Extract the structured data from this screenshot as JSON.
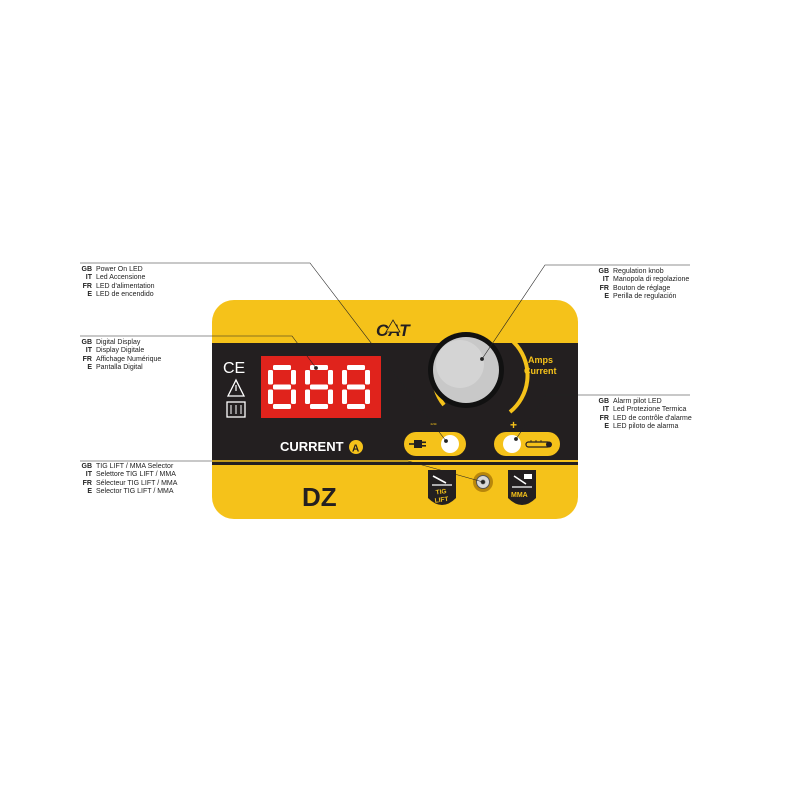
{
  "panel": {
    "brand": "CAT",
    "model": "DZ",
    "current_label": "CURRENT",
    "current_unit": "A",
    "display_value": "888",
    "ce_mark": "CE",
    "knob_label_1": "Amps",
    "knob_label_2": "Current",
    "minus": "−",
    "plus": "+",
    "tig_label_1": "TIG",
    "tig_label_2": "LIFT",
    "mma_label": "MMA"
  },
  "colors": {
    "panel_yellow": "#f5c21a",
    "panel_black": "#231f20",
    "display_red": "#e0231c",
    "segment_off": "#c0151a",
    "segment_on": "#ffffff"
  },
  "callouts": {
    "power_on_led": [
      {
        "code": "GB",
        "text": "Power On LED"
      },
      {
        "code": "IT",
        "text": "Led Accensione"
      },
      {
        "code": "FR",
        "text": "LED d'alimentation"
      },
      {
        "code": "E",
        "text": "LED de encendido"
      }
    ],
    "digital_display": [
      {
        "code": "GB",
        "text": "Digital Display"
      },
      {
        "code": "IT",
        "text": "Display Digitale"
      },
      {
        "code": "FR",
        "text": "Affichage Numérique"
      },
      {
        "code": "E",
        "text": "Pantalla Digital"
      }
    ],
    "selector": [
      {
        "code": "GB",
        "text": "TIG LIFT / MMA Selector"
      },
      {
        "code": "IT",
        "text": "Selettore TIG LIFT / MMA"
      },
      {
        "code": "FR",
        "text": "Sélecteur TIG LIFT / MMA"
      },
      {
        "code": "E",
        "text": "Selector TIG LIFT / MMA"
      }
    ],
    "regulation_knob": [
      {
        "code": "GB",
        "text": "Regulation knob"
      },
      {
        "code": "IT",
        "text": "Manopola di regolazione"
      },
      {
        "code": "FR",
        "text": "Bouton de réglage"
      },
      {
        "code": "E",
        "text": "Perilla de regulación"
      }
    ],
    "alarm_led": [
      {
        "code": "GB",
        "text": "Alarm pilot LED"
      },
      {
        "code": "IT",
        "text": "Led Protezione Termica"
      },
      {
        "code": "FR",
        "text": "LED de contrôle d'alarme"
      },
      {
        "code": "E",
        "text": "LED piloto de alarma"
      }
    ]
  }
}
